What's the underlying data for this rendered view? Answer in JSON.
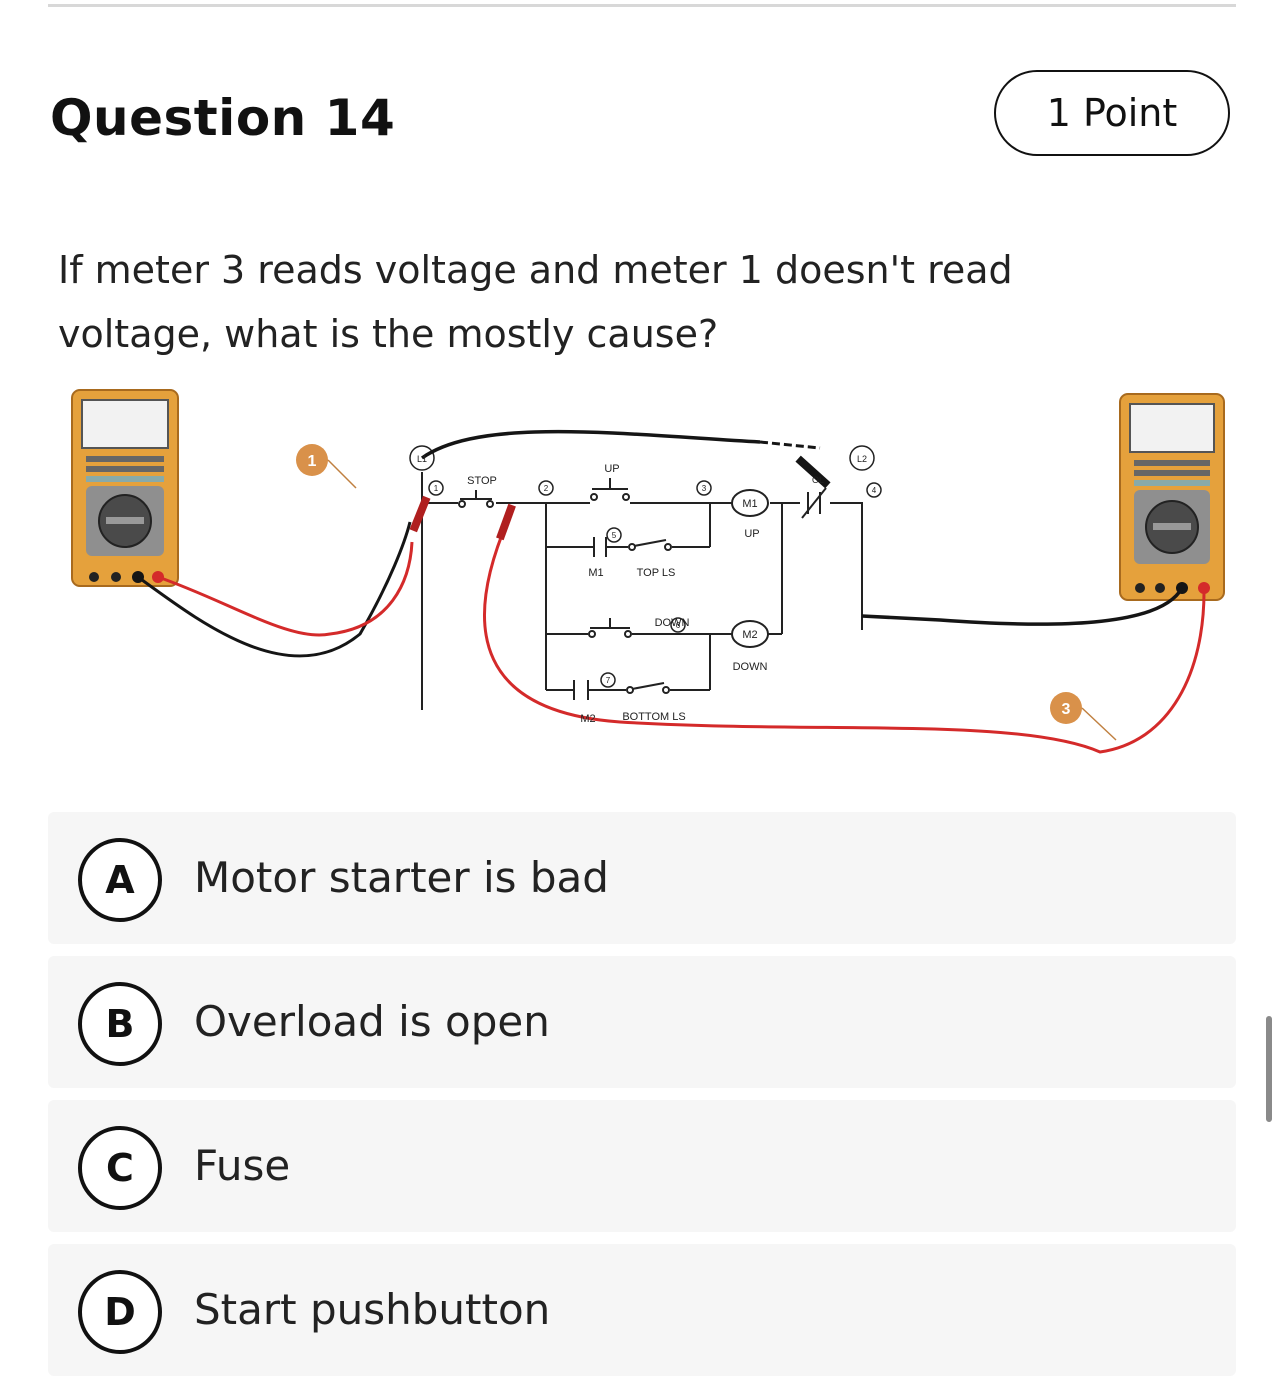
{
  "question": {
    "title": "Question 14",
    "points": "1 Point",
    "prompt": "If meter 3 reads voltage and meter 1 doesn't read voltage, what is the mostly cause?"
  },
  "diagram": {
    "labels": {
      "l1": "L1",
      "l2": "L2",
      "stop": "STOP",
      "up": "UP",
      "down": "DOWN",
      "m1_contact": "M1",
      "top_ls": "TOP LS",
      "m2_contact": "M2",
      "bottom_ls": "BOTTOM LS",
      "m1_coil": "M1",
      "m1_coil_label": "UP",
      "m2_coil": "M2",
      "m2_coil_label": "DOWN",
      "ol": "OL"
    },
    "wire_numbers": [
      "1",
      "2",
      "3",
      "4",
      "5",
      "6",
      "7"
    ],
    "meter_markers": {
      "meter1": "1",
      "meter3": "3"
    },
    "colors": {
      "meter_body": "#e5a13c",
      "lead_red": "#d42a2a",
      "lead_black": "#151515",
      "marker": "#d9914a"
    }
  },
  "options": [
    {
      "letter": "A",
      "text": "Motor starter is bad"
    },
    {
      "letter": "B",
      "text": "Overload is open"
    },
    {
      "letter": "C",
      "text": "Fuse"
    },
    {
      "letter": "D",
      "text": "Start pushbutton"
    }
  ]
}
